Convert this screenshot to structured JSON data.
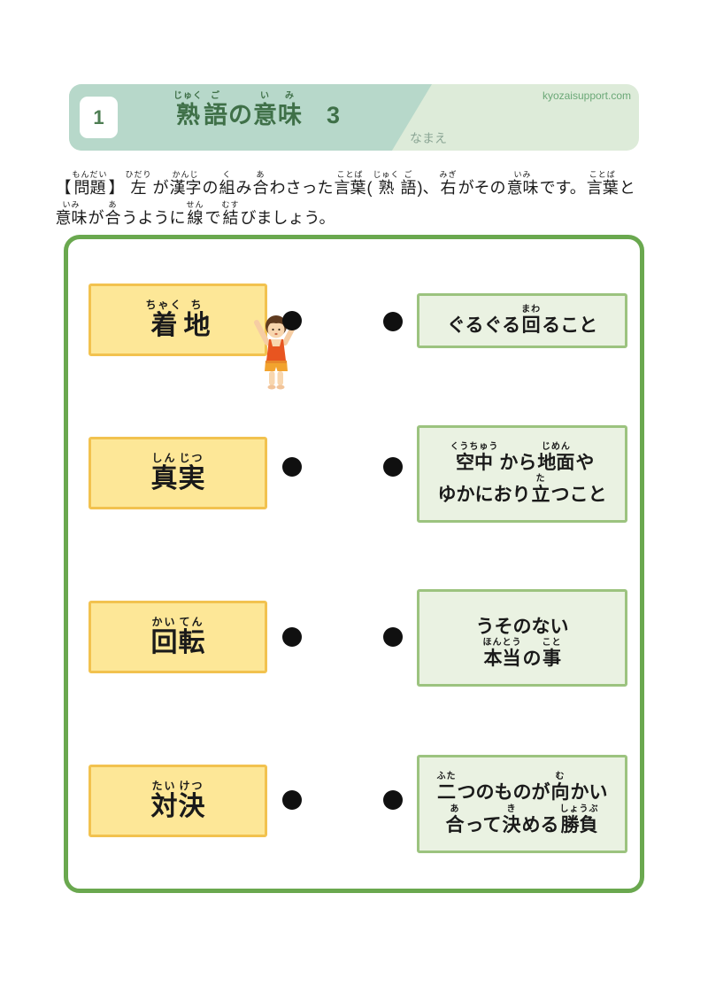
{
  "site": "kyozaisupport.com",
  "header": {
    "number": "1",
    "name_label": "なまえ",
    "title_ruby": [
      [
        [
          "熟",
          "じゅく"
        ],
        [
          "語",
          "ご"
        ],
        [
          "の",
          null
        ],
        [
          "意",
          "い"
        ],
        [
          "味",
          "み"
        ],
        [
          "　3",
          null
        ]
      ]
    ]
  },
  "instructions": {
    "lines": [
      [
        [
          "【",
          null
        ],
        [
          "問題",
          "もんだい"
        ],
        [
          "】",
          null
        ],
        [
          "左",
          "ひだり"
        ],
        [
          "が",
          null
        ],
        [
          "漢字",
          "かんじ"
        ],
        [
          "の",
          null
        ],
        [
          "組",
          "く"
        ],
        [
          "み",
          null
        ],
        [
          "合",
          "あ"
        ],
        [
          "わさった",
          null
        ],
        [
          "言葉",
          "ことば"
        ],
        [
          "(",
          null
        ],
        [
          "熟",
          "じゅく"
        ],
        [
          "語",
          "ご"
        ],
        [
          ")、",
          null
        ],
        [
          "右",
          "みぎ"
        ],
        [
          "がその",
          null
        ],
        [
          "意味",
          "いみ"
        ],
        [
          "です。",
          null
        ],
        [
          "言葉",
          "ことば"
        ],
        [
          "と",
          null
        ]
      ],
      [
        [
          "意味",
          "いみ"
        ],
        [
          "が",
          null
        ],
        [
          "合",
          "あ"
        ],
        [
          "うように",
          null
        ],
        [
          "線",
          "せん"
        ],
        [
          "で",
          null
        ],
        [
          "結",
          "むす"
        ],
        [
          "びましょう。",
          null
        ]
      ]
    ]
  },
  "words": [
    {
      "text": "着地",
      "reading": "ちゃくち",
      "ruby": [
        [
          [
            "着",
            "ちゃく"
          ],
          [
            "地",
            "ち"
          ]
        ]
      ]
    },
    {
      "text": "真実",
      "reading": "しんじつ",
      "ruby": [
        [
          [
            "真",
            "しん"
          ],
          [
            "実",
            "じつ"
          ]
        ]
      ]
    },
    {
      "text": "回転",
      "reading": "かいてん",
      "ruby": [
        [
          [
            "回",
            "かい"
          ],
          [
            "転",
            "てん"
          ]
        ]
      ]
    },
    {
      "text": "対決",
      "reading": "たいけつ",
      "ruby": [
        [
          [
            "対",
            "たい"
          ],
          [
            "決",
            "けつ"
          ]
        ]
      ]
    }
  ],
  "meanings": [
    {
      "text": "ぐるぐる回ること",
      "ruby": [
        [
          [
            "ぐるぐる",
            null
          ],
          [
            "回",
            "まわ"
          ],
          [
            "ること",
            null
          ]
        ]
      ]
    },
    {
      "text": "空中から地面や ゆかにおり立つこと",
      "ruby": [
        [
          [
            "空中",
            "くうちゅう"
          ],
          [
            "から",
            null
          ],
          [
            "地面",
            "じめん"
          ],
          [
            "や",
            null
          ]
        ],
        [
          [
            "ゆかにおり",
            null
          ],
          [
            "立",
            "た"
          ],
          [
            "つこと",
            null
          ]
        ]
      ]
    },
    {
      "text": "うそのない 本当の事",
      "ruby": [
        [
          [
            "うそのない",
            null
          ]
        ],
        [
          [
            "本当",
            "ほんとう"
          ],
          [
            "の",
            null
          ],
          [
            "事",
            "こと"
          ]
        ]
      ]
    },
    {
      "text": "二つのものが向かい 合って決める勝負",
      "ruby": [
        [
          [
            "二",
            "ふた"
          ],
          [
            "つのものが",
            null
          ],
          [
            "向",
            "む"
          ],
          [
            "かい",
            null
          ]
        ],
        [
          [
            "合",
            "あ"
          ],
          [
            "って",
            null
          ],
          [
            "決",
            "き"
          ],
          [
            "める",
            null
          ],
          [
            "勝負",
            "しょうぶ"
          ]
        ]
      ]
    }
  ],
  "illustration": "gymnast-arms-raised",
  "colors": {
    "header_teal": "#b7d8ca",
    "header_light_green": "#ddebd9",
    "title_green": "#3f7048",
    "outer_border": "#6aa84f",
    "word_fill": "#fde797",
    "word_border": "#f2c24f",
    "meaning_fill": "#eaf2e2",
    "meaning_border": "#9cc37f",
    "dot": "#101010"
  }
}
